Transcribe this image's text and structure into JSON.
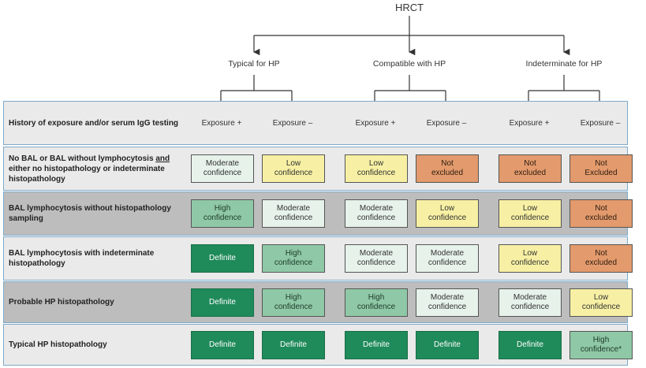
{
  "root": "HRCT",
  "categories": [
    "Typical for HP",
    "Compatible with HP",
    "Indeterminate for HP"
  ],
  "header_row": {
    "label": "History of exposure and/or serum IgG testing",
    "exposures": [
      "Exposure +",
      "Exposure –",
      "Exposure +",
      "Exposure –",
      "Exposure +",
      "Exposure –"
    ]
  },
  "rows": [
    {
      "label_parts": [
        "No BAL or BAL without lymphocytosis ",
        "and",
        " either no histopathology or indeterminate histopathology"
      ],
      "cells": [
        {
          "text": "Moderate\nconfidence",
          "level": "moderate"
        },
        {
          "text": "Low\nconfidence",
          "level": "low"
        },
        {
          "text": "Low\nconfidence",
          "level": "low"
        },
        {
          "text": "Not\nexcluded",
          "level": "notex"
        },
        {
          "text": "Not\nexcluded",
          "level": "notex"
        },
        {
          "text": "Not\nExcluded",
          "level": "notex"
        }
      ]
    },
    {
      "label": "BAL lymphocytosis without histopathology sampling",
      "cells": [
        {
          "text": "High\nconfidence",
          "level": "high"
        },
        {
          "text": "Moderate\nconfidence",
          "level": "moderate"
        },
        {
          "text": "Moderate\nconfidence",
          "level": "moderate"
        },
        {
          "text": "Low\nconfidence",
          "level": "low"
        },
        {
          "text": "Low\nconfidence",
          "level": "low"
        },
        {
          "text": "Not\nexcluded",
          "level": "notex"
        }
      ]
    },
    {
      "label": "BAL lymphocytosis with indeterminate histopathology",
      "cells": [
        {
          "text": "Definite",
          "level": "definite"
        },
        {
          "text": "High\nconfidence",
          "level": "high"
        },
        {
          "text": "Moderate\nconfidence",
          "level": "moderate"
        },
        {
          "text": "Moderate\nconfidence",
          "level": "moderate"
        },
        {
          "text": "Low\nconfidence",
          "level": "low"
        },
        {
          "text": "Not\nexcluded",
          "level": "notex"
        }
      ]
    },
    {
      "label": "Probable HP histopathology",
      "cells": [
        {
          "text": "Definite",
          "level": "definite"
        },
        {
          "text": "High\nconfidence",
          "level": "high"
        },
        {
          "text": "High\nconfidence",
          "level": "high"
        },
        {
          "text": "Moderate\nconfidence",
          "level": "moderate"
        },
        {
          "text": "Moderate\nconfidence",
          "level": "moderate"
        },
        {
          "text": "Low\nconfidence",
          "level": "low"
        }
      ]
    },
    {
      "label": "Typical HP histopathology",
      "cells": [
        {
          "text": "Definite",
          "level": "definite"
        },
        {
          "text": "Definite",
          "level": "definite"
        },
        {
          "text": "Definite",
          "level": "definite"
        },
        {
          "text": "Definite",
          "level": "definite"
        },
        {
          "text": "Definite",
          "level": "definite"
        },
        {
          "text": "High\nconfidence*",
          "level": "high"
        }
      ]
    }
  ],
  "colors": {
    "definite": "#1f8a5a",
    "high": "#8fc8a6",
    "moderate": "#e6f2ea",
    "low": "#f7f0a4",
    "not_excluded": "#e39a6c",
    "row_border": "#7ea9c8"
  }
}
